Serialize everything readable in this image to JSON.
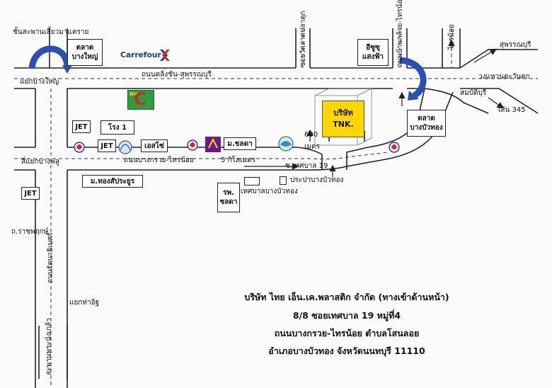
{
  "map": {
    "labels": {
      "bridge_top": "ชั้นสะพานเลี้ยวมาแคราย",
      "yaek_bang_yai": "แยกบางใหญ่",
      "road_main": "ถนนตลิ่งชัน-สุพรรณบุรี",
      "road_bkt": "ถนนบางกรวย-ไทรน้อย",
      "five_km": "5 กิโลเมตร",
      "yaek_bang_phlu": "สี่แยกบางพลู",
      "ratchaphruek": "ถ.ราชพฤกษ์",
      "yaek_tha_it": "แยกท่าอิฐ",
      "phra_nang_klao_bridge": "สะพานพระนั่งเกล้า",
      "rattanathibet": "ถนนรัตนาธิเบศร์",
      "soi_klapluk": "ซอยวัดลาดปลาดุก",
      "road_bang_bua_thong_sai_noi": "ถนนบ้านกล้วย-ไทรน้อย",
      "sai_noi": "ไทรน้อย",
      "suphanburi": "สุพรรณบุรี",
      "wongwaen": "วงแหวนตะวันตก",
      "sam_buri": "สมบัติบุรี",
      "route_345": "เส้น 345",
      "six_hundred": "600",
      "metre": "เมตร",
      "soi_thetsaban": "ซ.เทศบาล 19",
      "pracha_pa": "ประปาบางบัวทอง",
      "thetsaban": "เทศบาลบางบัวทอง"
    },
    "boxes": {
      "talat_bang_yai": "ตลาด\nบางใหญ่",
      "ithu_saengfa": "อีซูซุ\nแสงฟ้า",
      "talat_bang_bua_thong": "ตลาด\nบางบัวทอง",
      "jet1": "JET",
      "rong1": "โรง 1",
      "jet2": "JET",
      "es_o": "เอสโซ่",
      "m_chonlada": "ม.ชลดา",
      "jet3": "JET",
      "m_thong": "ม.ทองสัประยูร",
      "rp_chonlada": "รพ.\nชลดา"
    },
    "brand": {
      "carrefour": "Carrefour",
      "bigc": "C",
      "bigc_small": "Big"
    },
    "tnk": {
      "line1": "บริษัท",
      "line2": "TNK."
    }
  },
  "address": {
    "line1": "บริษัท ไทย เอ็น.เค.พลาสติก จำกัด (ทางเข้าด้านหน้า)",
    "line2": "8/8 ซอยเทศบาล 19 หมู่ที่4",
    "line3": "ถนนบางกรวย-ไทรน้อย ตำบลโสนลอย",
    "line4": "อำเภอบางบัวทอง จังหวัดนนทบุรี 11110"
  },
  "colors": {
    "arrow_blue": "#2a4fb5",
    "tnk_yellow": "#ffd700",
    "road": "#222222"
  }
}
